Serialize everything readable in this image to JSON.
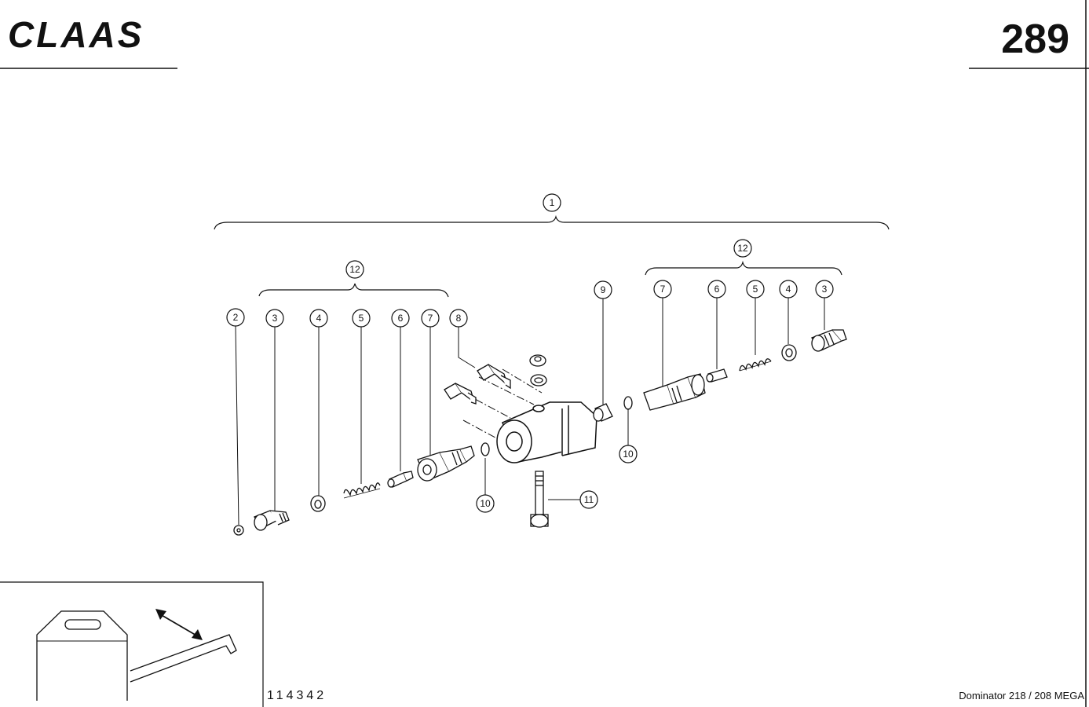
{
  "header": {
    "brand": "CLAAS",
    "page_number": "289"
  },
  "footer": {
    "drawing_number": "114342",
    "model": "Dominator 218 / 208 MEGA"
  },
  "callouts": [
    "1",
    "2",
    "3",
    "4",
    "5",
    "6",
    "7",
    "8",
    "12",
    "12",
    "9",
    "7",
    "6",
    "5",
    "4",
    "3",
    "10",
    "10",
    "11"
  ],
  "colors": {
    "ink": "#111111",
    "paper": "#ffffff"
  }
}
